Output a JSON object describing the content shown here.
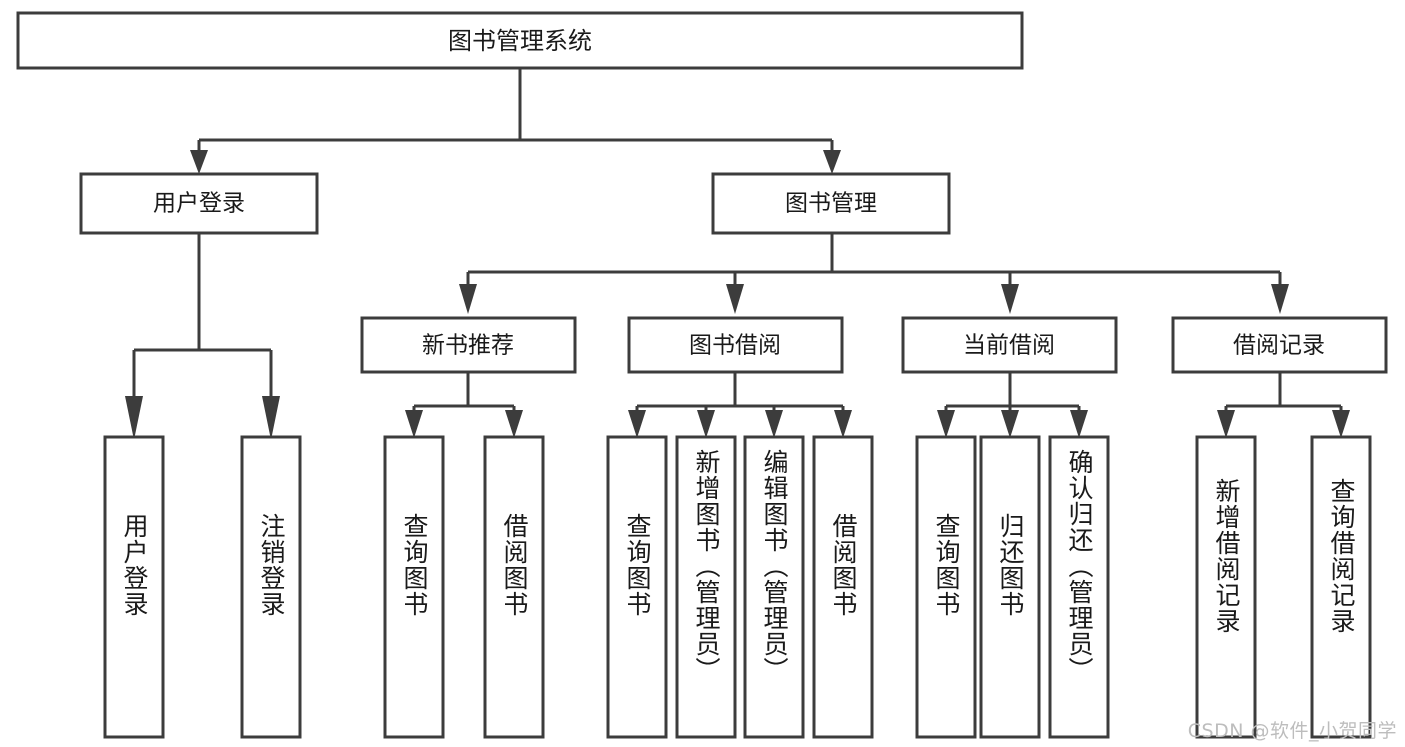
{
  "diagram": {
    "title": "图书管理系统",
    "type": "tree",
    "orientation": "top-down",
    "stroke_color": "#3c3c3c",
    "fill_color": "#ffffff",
    "text_color": "#1a1a1a",
    "root": {
      "label": "图书管理系统"
    },
    "level2": [
      {
        "label": "用户登录"
      },
      {
        "label": "图书管理"
      }
    ],
    "level3": [
      {
        "label": "新书推荐"
      },
      {
        "label": "图书借阅"
      },
      {
        "label": "当前借阅"
      },
      {
        "label": "借阅记录"
      }
    ],
    "leaves": {
      "user_login": [
        {
          "label": "用户登录"
        },
        {
          "label": "注销登录"
        }
      ],
      "new_book": [
        {
          "label": "查询图书"
        },
        {
          "label": "借阅图书"
        }
      ],
      "book_borrow": [
        {
          "label": "查询图书"
        },
        {
          "label": "新增图书（管理员）"
        },
        {
          "label": "编辑图书（管理员）"
        },
        {
          "label": "借阅图书"
        }
      ],
      "current_borrow": [
        {
          "label": "查询图书"
        },
        {
          "label": "归还图书"
        },
        {
          "label": "确认归还（管理员）"
        }
      ],
      "borrow_record": [
        {
          "label": "新增借阅记录"
        },
        {
          "label": "查询借阅记录"
        }
      ]
    }
  },
  "watermark": {
    "text": "CSDN @软件_小贺同学"
  }
}
